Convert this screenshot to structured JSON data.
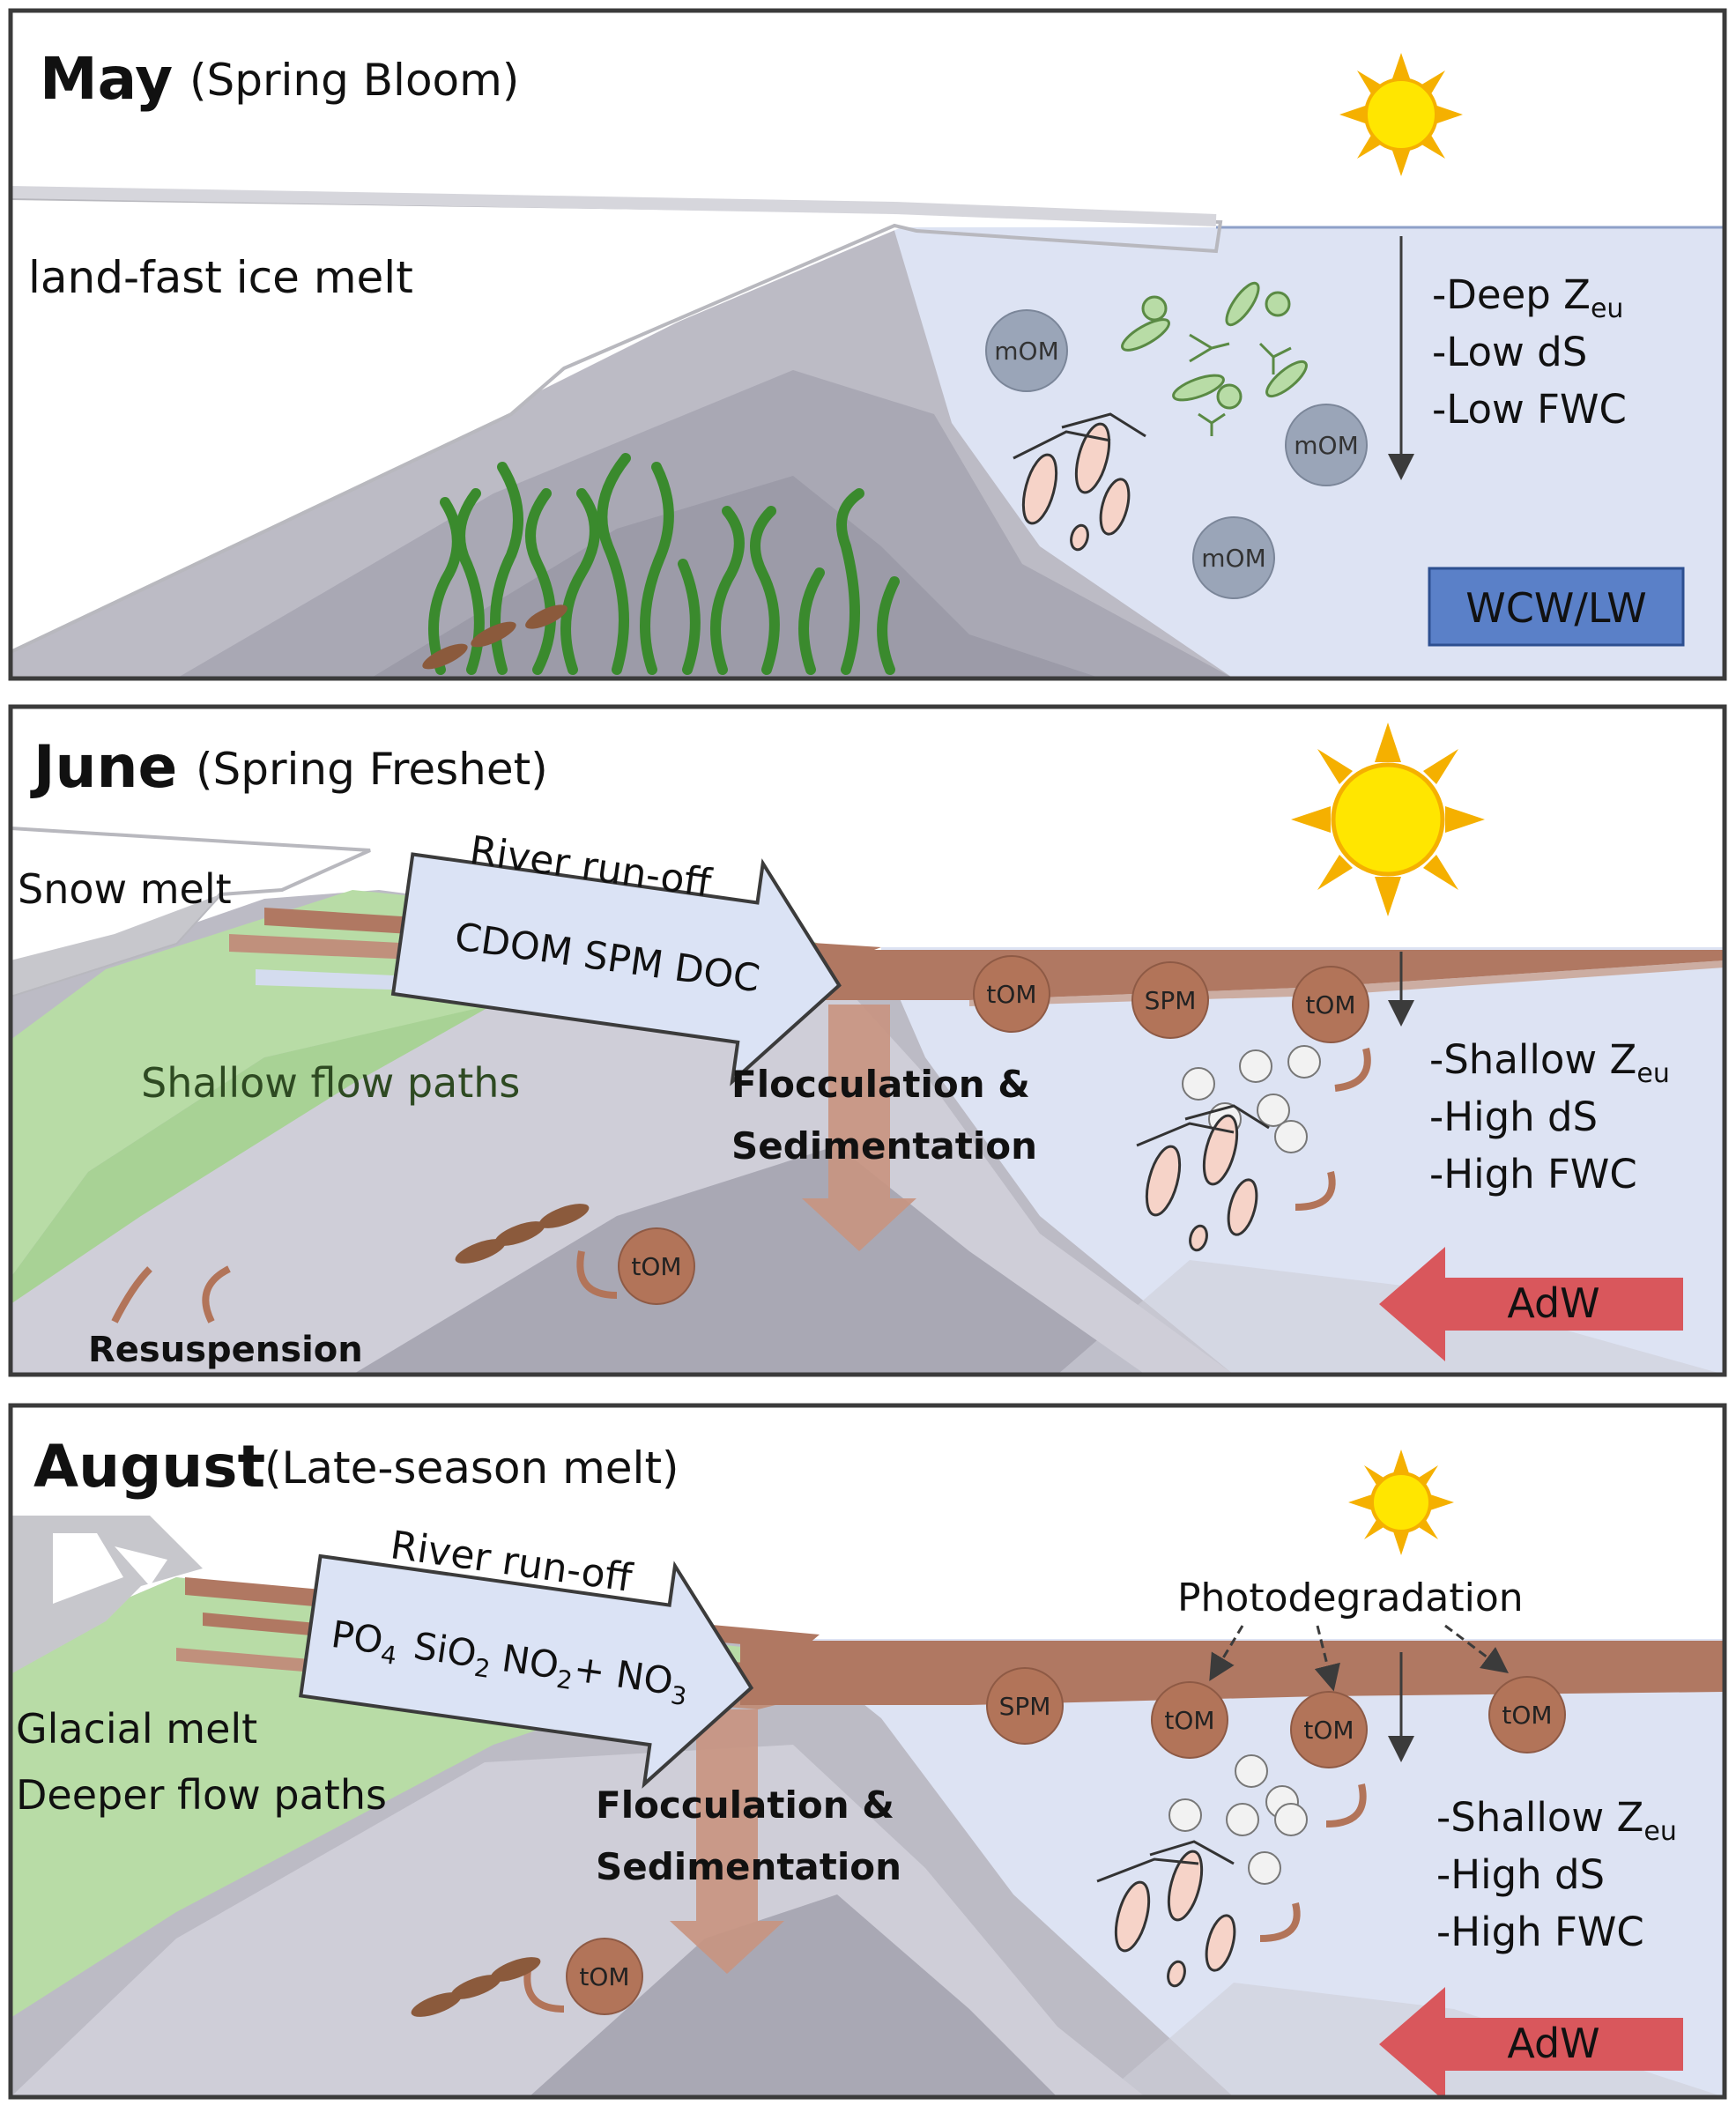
{
  "panels": [
    {
      "month": "May",
      "subtitle": "(Spring Bloom)",
      "left_label": "land-fast ice melt",
      "particles": [
        "mOM",
        "mOM",
        "mOM"
      ],
      "conditions": {
        "zeu_prefix": "-Deep Z",
        "zeu_sub": "eu",
        "ds": "-Low dS",
        "fwc": "-Low FWC"
      },
      "water_mass": "WCW/LW"
    },
    {
      "month": "June",
      "subtitle": "(Spring Freshet)",
      "left_label": "Snow melt",
      "runoff_label": "River run-off",
      "runoff_content": "CDOM  SPM  DOC",
      "flow_label": "Shallow flow paths",
      "floc_line1": "Flocculation &",
      "floc_line2": "Sedimentation",
      "resuspension": "Resuspension",
      "particles": [
        "tOM",
        "SPM",
        "tOM",
        "tOM"
      ],
      "conditions": {
        "zeu_prefix": "-Shallow Z",
        "zeu_sub": "eu",
        "ds": "-High dS",
        "fwc": "-High FWC"
      },
      "inflow": "AdW"
    },
    {
      "month": "August",
      "subtitle": "(Late-season melt)",
      "left_label_1": "Glacial melt",
      "left_label_2": "Deeper flow paths",
      "runoff_label": "River run-off",
      "runoff_content": {
        "po4": "PO",
        "po4_sub": "4",
        "sio2": "SiO",
        "sio2_sub": "2",
        "no2": "NO",
        "no2_sub": "2",
        "plus": "+ NO",
        "no3_sub": "3"
      },
      "photodeg": "Photodegradation",
      "floc_line1": "Flocculation &",
      "floc_line2": "Sedimentation",
      "particles": [
        "SPM",
        "tOM",
        "tOM",
        "tOM",
        "tOM"
      ],
      "conditions": {
        "zeu_prefix": "-Shallow Z",
        "zeu_sub": "eu",
        "ds": "-High dS",
        "fwc": "-High FWC"
      },
      "inflow": "AdW"
    }
  ],
  "colors": {
    "frame": "#3b3b3b",
    "water": "#dde3f3",
    "land_gray": "#b9b8c2",
    "land_dark": "#a7a6b2",
    "green": "#b8dca6",
    "brown": "#b07862",
    "particle_m": "#9aa5b8",
    "particle_t": "#b27459",
    "water_mass_box": "#5a80c8",
    "adw_arrow": "#d9575c",
    "sun": "#ffe600",
    "sun_rays": "#f5b000",
    "seagrass": "#3a8a2d"
  }
}
